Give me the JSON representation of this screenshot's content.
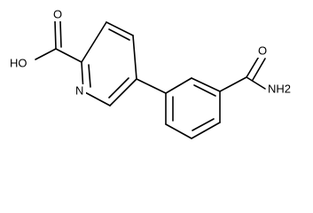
{
  "molecule": {
    "atoms": {
      "carboxyl_oxygen": "O",
      "hydroxyl": "HO",
      "pyridine_nitrogen": "N",
      "amide_oxygen": "O",
      "amide_nitrogen": "NH2"
    }
  },
  "colors": {
    "bond": "#000000",
    "text": "#000000",
    "background": "#ffffff"
  }
}
